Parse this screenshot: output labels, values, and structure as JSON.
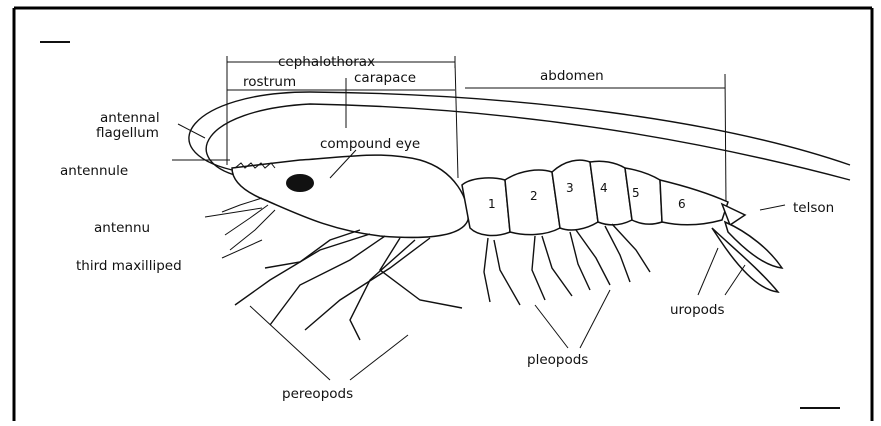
{
  "labels": {
    "cephalothorax": "cephalothorax",
    "rostrum": "rostrum",
    "carapace": "carapace",
    "abdomen": "abdomen",
    "antennal_flagellum_1": "antennal",
    "antennal_flagellum_2": "flagellum",
    "compound_eye": "compound eye",
    "antennule": "antennule",
    "antenna": "antennu",
    "third_maxilliped": "third maxilliped",
    "telson": "telson",
    "uropods": "uropods",
    "pleopods": "pleopods",
    "pereopods": "pereopods"
  },
  "segments": [
    "1",
    "2",
    "3",
    "4",
    "5",
    "6"
  ]
}
